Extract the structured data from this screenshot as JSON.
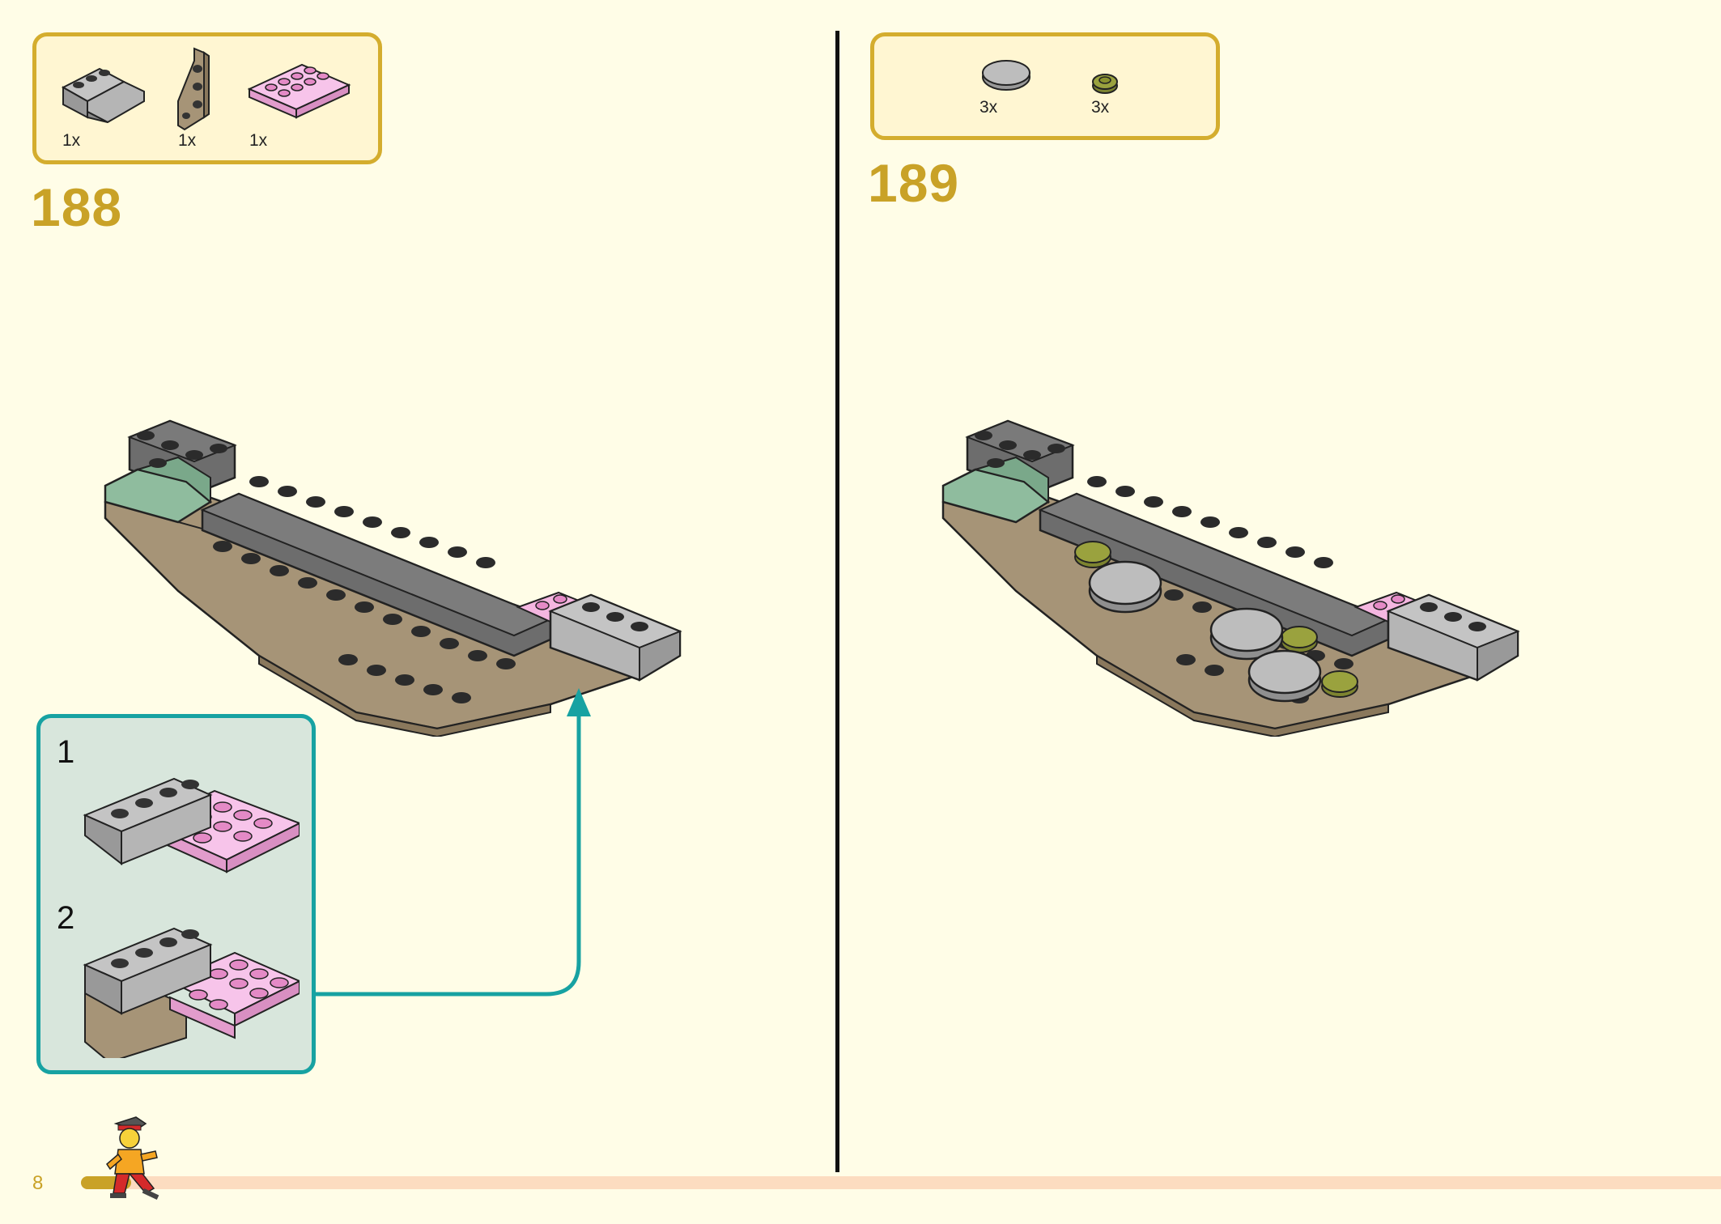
{
  "page": {
    "number": "8"
  },
  "steps": [
    {
      "number": "188",
      "parts": [
        {
          "icon": "gray-slope-brick-icon",
          "count": "1x"
        },
        {
          "icon": "tan-wedge-plate-icon",
          "count": "1x"
        },
        {
          "icon": "pink-plate-2x4-icon",
          "count": "1x"
        }
      ],
      "substeps": [
        {
          "number": "1"
        },
        {
          "number": "2"
        }
      ]
    },
    {
      "number": "189",
      "parts": [
        {
          "icon": "gray-round-tile-icon",
          "count": "3x"
        },
        {
          "icon": "olive-round-plate-icon",
          "count": "3x"
        }
      ]
    }
  ],
  "colors": {
    "background": "#fffde7",
    "accent_gold": "#d4ad2e",
    "callout_teal": "#17a2a2",
    "brick_tan": "#a69477",
    "brick_gray": "#a9a9a9",
    "brick_pink": "#f4b6e0",
    "brick_sand_green": "#8fbc9e",
    "brick_olive": "#9aa23e"
  }
}
